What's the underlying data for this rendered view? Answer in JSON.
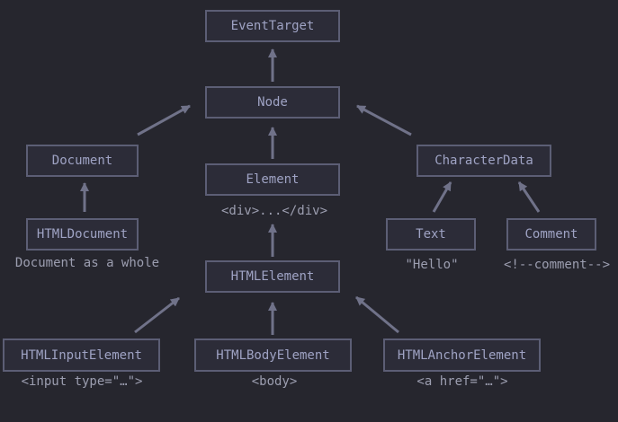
{
  "colors": {
    "background": "#26262e",
    "box_fill": "#2c2c38",
    "box_border": "#5c5e75",
    "box_text": "#9fa3c4",
    "note_text": "#9c9eb0",
    "arrow": "#707289"
  },
  "nodes": {
    "event_target": "EventTarget",
    "node": "Node",
    "document": "Document",
    "element": "Element",
    "character_data": "CharacterData",
    "html_document": "HTMLDocument",
    "html_element": "HTMLElement",
    "text": "Text",
    "comment": "Comment",
    "html_input_element": "HTMLInputElement",
    "html_body_element": "HTMLBodyElement",
    "html_anchor_element": "HTMLAnchorElement"
  },
  "notes": {
    "element": "<div>...</div>",
    "html_document": "Document as a whole",
    "text": "\"Hello\"",
    "comment": "<!--comment-->",
    "html_input_element": "<input type=\"…\">",
    "html_body_element": "<body>",
    "html_anchor_element": "<a href=\"…\">"
  },
  "edges": [
    {
      "from": "node",
      "to": "event_target"
    },
    {
      "from": "document",
      "to": "node"
    },
    {
      "from": "element",
      "to": "node"
    },
    {
      "from": "character_data",
      "to": "node"
    },
    {
      "from": "html_document",
      "to": "document"
    },
    {
      "from": "html_element",
      "to": "element"
    },
    {
      "from": "text",
      "to": "character_data"
    },
    {
      "from": "comment",
      "to": "character_data"
    },
    {
      "from": "html_input_element",
      "to": "html_element"
    },
    {
      "from": "html_body_element",
      "to": "html_element"
    },
    {
      "from": "html_anchor_element",
      "to": "html_element"
    }
  ]
}
